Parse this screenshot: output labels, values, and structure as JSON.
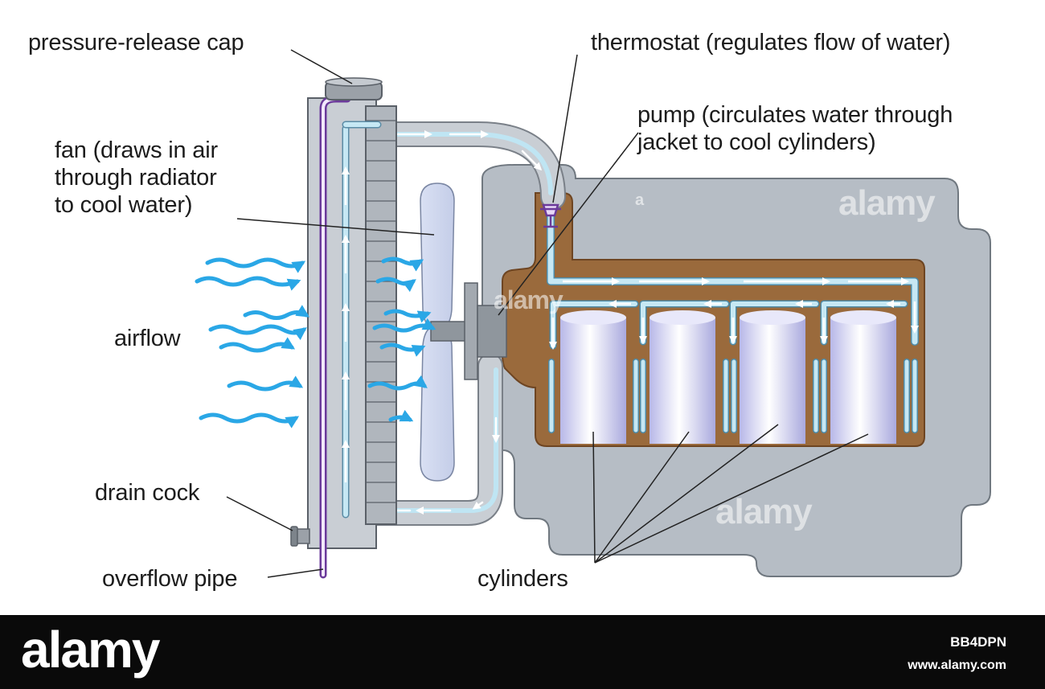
{
  "labels": {
    "pressure_release_cap": "pressure-release cap",
    "thermostat": "thermostat (regulates flow of water)",
    "pump_line1": "pump (circulates water through",
    "pump_line2": "jacket to cool cylinders)",
    "fan_line1": "fan (draws in air",
    "fan_line2": "through radiator",
    "fan_line3": "to cool water)",
    "airflow": "airflow",
    "drain_cock": "drain cock",
    "overflow_pipe": "overflow pipe",
    "cylinders": "cylinders"
  },
  "watermarks": {
    "word": "alamy",
    "letter": "a"
  },
  "footer": {
    "logo": "alamy",
    "image_id": "BB4DPN",
    "site": "www.alamy.com"
  },
  "colors": {
    "engine_block": "#b6bdc5",
    "water_jacket": "#9a6a3c",
    "water": "#bfe5f3",
    "airflow": "#2aa7e6",
    "radiator": "#c9ced4",
    "cylinder": "#c8c8f0",
    "overflow_pipe": "#6b3a9a"
  }
}
